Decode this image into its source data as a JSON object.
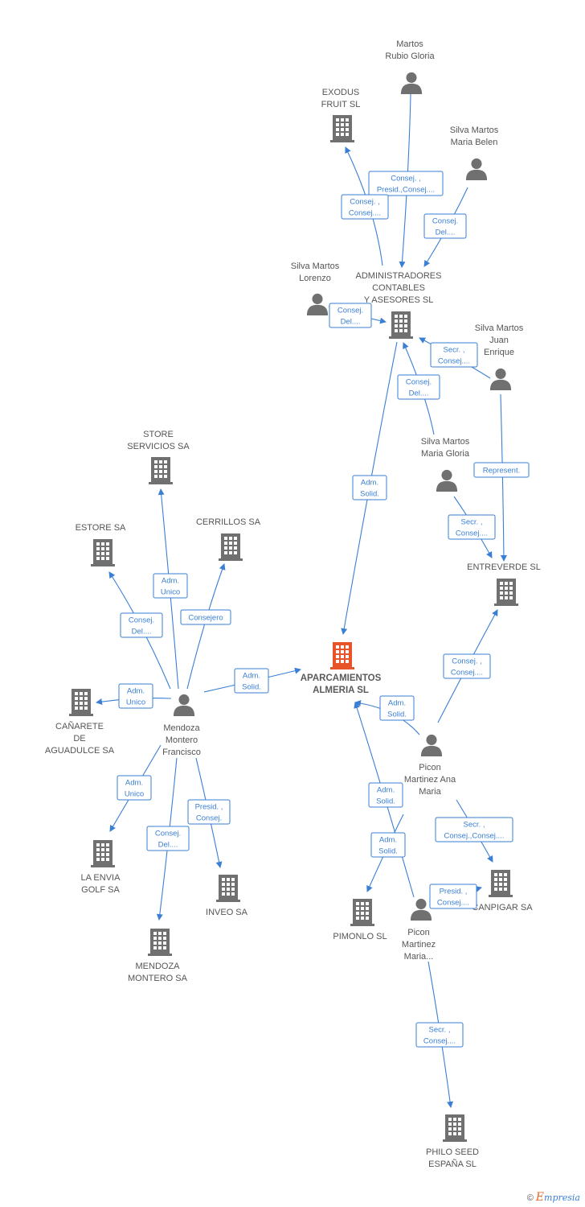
{
  "colors": {
    "edge": "#3a7fd4",
    "node": "#707070",
    "main_node": "#e8542a"
  },
  "nodes": {
    "aparcamientos": {
      "type": "company",
      "main": true,
      "lines": [
        "APARCAMIENTOS",
        "ALMERIA SL"
      ]
    },
    "martos_rubio": {
      "type": "person",
      "lines": [
        "Martos",
        "Rubio Gloria"
      ]
    },
    "exodus": {
      "type": "company",
      "lines": [
        "EXODUS",
        "FRUIT  SL"
      ]
    },
    "silva_belen": {
      "type": "person",
      "lines": [
        "Silva Martos",
        "Maria Belen"
      ]
    },
    "silva_lorenzo": {
      "type": "person",
      "lines": [
        "Silva Martos",
        "Lorenzo"
      ]
    },
    "administradores": {
      "type": "company",
      "lines": [
        "ADMINISTRADORES",
        "CONTABLES",
        "Y ASESORES SL"
      ]
    },
    "silva_juan": {
      "type": "person",
      "lines": [
        "Silva Martos",
        "Juan",
        "Enrique"
      ]
    },
    "silva_gloria": {
      "type": "person",
      "lines": [
        "Silva Martos",
        "Maria Gloria"
      ]
    },
    "entreverde": {
      "type": "company",
      "lines": [
        "ENTREVERDE SL"
      ]
    },
    "store": {
      "type": "company",
      "lines": [
        "STORE",
        "SERVICIOS SA"
      ]
    },
    "estore": {
      "type": "company",
      "lines": [
        "ESTORE SA"
      ]
    },
    "cerrillos": {
      "type": "company",
      "lines": [
        "CERRILLOS SA"
      ]
    },
    "canarete": {
      "type": "company",
      "lines": [
        "CAÑARETE",
        "DE",
        "AGUADULCE SA"
      ]
    },
    "mendoza": {
      "type": "person",
      "lines": [
        "Mendoza",
        "Montero",
        "Francisco"
      ]
    },
    "la_envia": {
      "type": "company",
      "lines": [
        "LA ENVIA",
        "GOLF SA"
      ]
    },
    "inveo": {
      "type": "company",
      "lines": [
        "INVEO SA"
      ]
    },
    "mendoza_sa": {
      "type": "company",
      "lines": [
        "MENDOZA",
        "MONTERO SA"
      ]
    },
    "picon_ana": {
      "type": "person",
      "lines": [
        "Picon",
        "Martinez Ana",
        "Maria"
      ]
    },
    "canpigar": {
      "type": "company",
      "lines": [
        "CANPIGAR SA"
      ]
    },
    "pimonlo": {
      "type": "company",
      "lines": [
        "PIMONLO SL"
      ]
    },
    "picon_maria": {
      "type": "person",
      "lines": [
        "Picon",
        "Martinez",
        "Maria..."
      ]
    },
    "philo": {
      "type": "company",
      "lines": [
        "PHILO SEED",
        "ESPAÑA SL"
      ]
    }
  },
  "edges": [
    {
      "id": "e1",
      "from": "martos_rubio",
      "to": "administradores",
      "lines": [
        "Consej. ,",
        "Presid.,Consej...."
      ]
    },
    {
      "id": "e2",
      "from": "administradores",
      "to": "exodus",
      "lines": [
        "Consej. ,",
        "Consej...."
      ]
    },
    {
      "id": "e3",
      "from": "silva_belen",
      "to": "administradores",
      "lines": [
        "Consej.",
        "Del...."
      ]
    },
    {
      "id": "e4",
      "from": "silva_lorenzo",
      "to": "administradores",
      "lines": [
        "Consej.",
        "Del...."
      ]
    },
    {
      "id": "e5",
      "from": "silva_juan",
      "to": "administradores",
      "lines": [
        "Secr. ,",
        "Consej...."
      ]
    },
    {
      "id": "e6",
      "from": "silva_gloria",
      "to": "administradores",
      "lines": [
        "Consej.",
        "Del...."
      ]
    },
    {
      "id": "e7",
      "from": "administradores",
      "to": "aparcamientos",
      "lines": [
        "Adm.",
        "Solid."
      ]
    },
    {
      "id": "e8",
      "from": "silva_juan",
      "to": "entreverde",
      "lines": [
        "Represent."
      ]
    },
    {
      "id": "e9",
      "from": "silva_gloria",
      "to": "entreverde",
      "lines": [
        "Secr. ,",
        "Consej...."
      ]
    },
    {
      "id": "e10",
      "from": "mendoza",
      "to": "store",
      "lines": [
        "Adm.",
        "Unico"
      ]
    },
    {
      "id": "e11",
      "from": "mendoza",
      "to": "estore",
      "lines": [
        "Consej.",
        "Del...."
      ]
    },
    {
      "id": "e12",
      "from": "mendoza",
      "to": "cerrillos",
      "lines": [
        "Consejero"
      ]
    },
    {
      "id": "e13",
      "from": "mendoza",
      "to": "canarete",
      "lines": [
        "Adm.",
        "Unico"
      ]
    },
    {
      "id": "e14",
      "from": "mendoza",
      "to": "aparcamientos",
      "lines": [
        "Adm.",
        "Solid."
      ]
    },
    {
      "id": "e15",
      "from": "mendoza",
      "to": "la_envia",
      "lines": [
        "Adm.",
        "Unico"
      ]
    },
    {
      "id": "e16",
      "from": "mendoza",
      "to": "mendoza_sa",
      "lines": [
        "Consej.",
        "Del...."
      ]
    },
    {
      "id": "e17",
      "from": "mendoza",
      "to": "inveo",
      "lines": [
        "Presid. ,",
        "Consej."
      ]
    },
    {
      "id": "e18",
      "from": "picon_ana",
      "to": "entreverde",
      "lines": [
        "Consej. ,",
        "Consej...."
      ]
    },
    {
      "id": "e19",
      "from": "picon_ana",
      "to": "aparcamientos",
      "lines": [
        "Adm.",
        "Solid."
      ]
    },
    {
      "id": "e20",
      "from": "picon_ana",
      "to": "canpigar",
      "lines": [
        "Secr. ,",
        "Consej.,Consej...."
      ]
    },
    {
      "id": "e21",
      "from": "picon_maria",
      "to": "aparcamientos",
      "lines": [
        "Adm.",
        "Solid."
      ]
    },
    {
      "id": "e22",
      "from": "picon_maria",
      "to": "pimonlo",
      "lines": [
        "Adm.",
        "Solid."
      ]
    },
    {
      "id": "e23",
      "from": "picon_maria",
      "to": "canpigar",
      "lines": [
        "Presid. ,",
        "Consej...."
      ]
    },
    {
      "id": "e24",
      "from": "picon_maria",
      "to": "philo",
      "lines": [
        "Secr. ,",
        "Consej...."
      ]
    }
  ],
  "credit": {
    "symbol": "©",
    "brand_initial": "E",
    "brand_rest": "mpresia"
  }
}
